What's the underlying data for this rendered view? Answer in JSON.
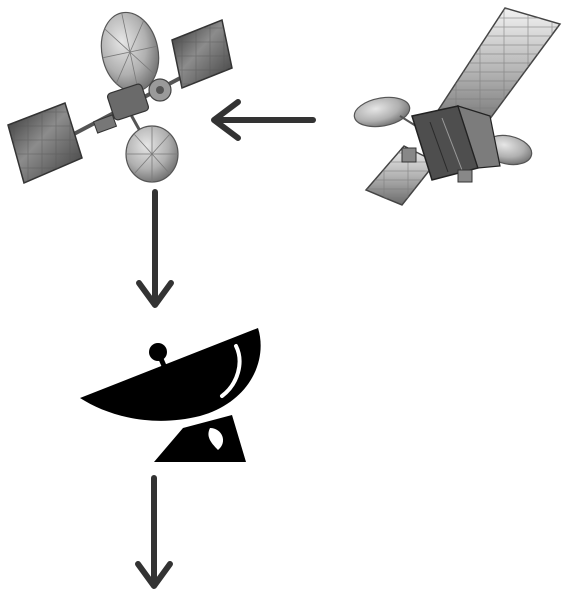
{
  "colors": {
    "background": "#ffffff",
    "arrow": "#333333",
    "dish": "#000000",
    "panel_dark": "#4a4a4a",
    "panel_mid": "#8a8a8a",
    "panel_light": "#d8d8d8",
    "antenna_dish": "#c4c4c4",
    "antenna_rib": "#7a7a7a",
    "body": "#5e5e5e"
  },
  "icons": {
    "relay_satellite": "relay-satellite-icon",
    "source_satellite": "source-satellite-icon",
    "ground_station": "ground-station-dish-icon"
  },
  "arrows": [
    {
      "name": "source-to-relay-arrow",
      "direction": "left"
    },
    {
      "name": "relay-to-ground-arrow",
      "direction": "down"
    },
    {
      "name": "ground-output-arrow",
      "direction": "down"
    }
  ]
}
